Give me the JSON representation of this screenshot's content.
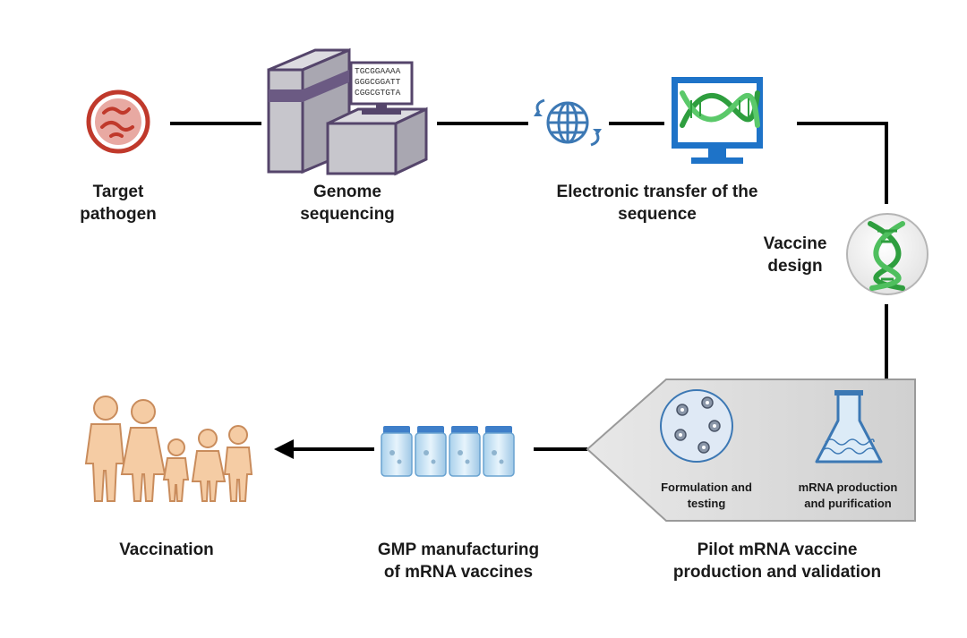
{
  "labels": {
    "target_pathogen": [
      "Target",
      "pathogen"
    ],
    "genome_sequencing": [
      "Genome",
      "sequencing"
    ],
    "electronic_transfer": [
      "Electronic transfer of the",
      "sequence"
    ],
    "vaccine_design": [
      "Vaccine",
      "design"
    ],
    "formulation": [
      "Formulation and",
      "testing"
    ],
    "mrna_production": [
      "mRNA production",
      "and purification"
    ],
    "pilot": [
      "Pilot mRNA vaccine",
      "production and validation"
    ],
    "gmp": [
      "GMP manufacturing",
      "of mRNA vaccines"
    ],
    "vaccination": "Vaccination"
  },
  "sequencer_screen": [
    "TGCGGAAAA",
    "GGGCGGATT",
    "CGGCGTGTA"
  ],
  "colors": {
    "pathogen": "#c0392b",
    "sequencer": "#c7c6cc",
    "sequencer_edge": "#55456b",
    "sequencer_band": "#6b5a83",
    "globe": "#3c78b4",
    "monitor": "#1e73c8",
    "dna": "#2e9e3e",
    "panel": "#d9d9d9",
    "vial_cap": "#3f7fc9",
    "people": "#f5cca4",
    "people_edge": "#c98c5c"
  }
}
